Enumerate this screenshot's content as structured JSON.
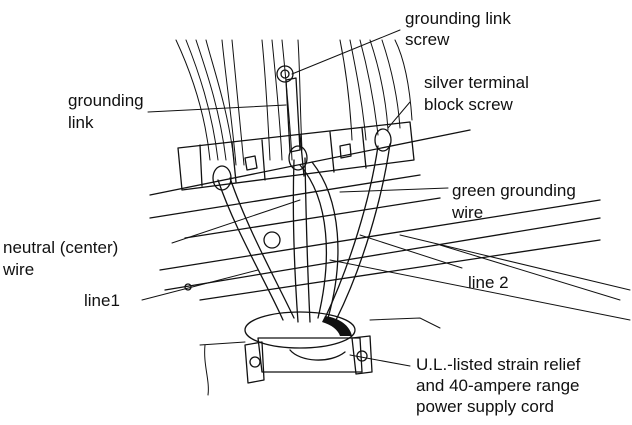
{
  "figure": {
    "labels": {
      "grounding_link_screw": [
        "grounding link",
        "screw"
      ],
      "grounding_link": [
        "grounding",
        "link"
      ],
      "silver_terminal_block_screw": [
        "silver terminal",
        "block screw"
      ],
      "green_grounding_wire": [
        "green grounding",
        "wire"
      ],
      "neutral_center_wire": [
        "neutral (center)",
        "wire"
      ],
      "line1": [
        "line1"
      ],
      "line2": [
        "line 2"
      ],
      "strain_relief_cord": [
        "U.L.-listed strain relief",
        "and 40-ampere range",
        "power supply cord"
      ]
    }
  }
}
